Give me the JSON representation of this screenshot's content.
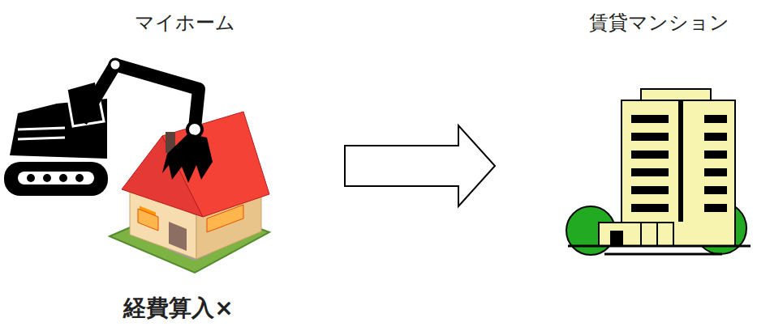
{
  "diagram": {
    "nodes": [
      {
        "text": [
          "マイホーム",
          "経費算入×"
        ]
      },
      {
        "text": [
          "賃貸マンション"
        ]
      }
    ],
    "edges": [
      {
        "from": 0,
        "to": 1,
        "arrow": "to"
      }
    ]
  }
}
